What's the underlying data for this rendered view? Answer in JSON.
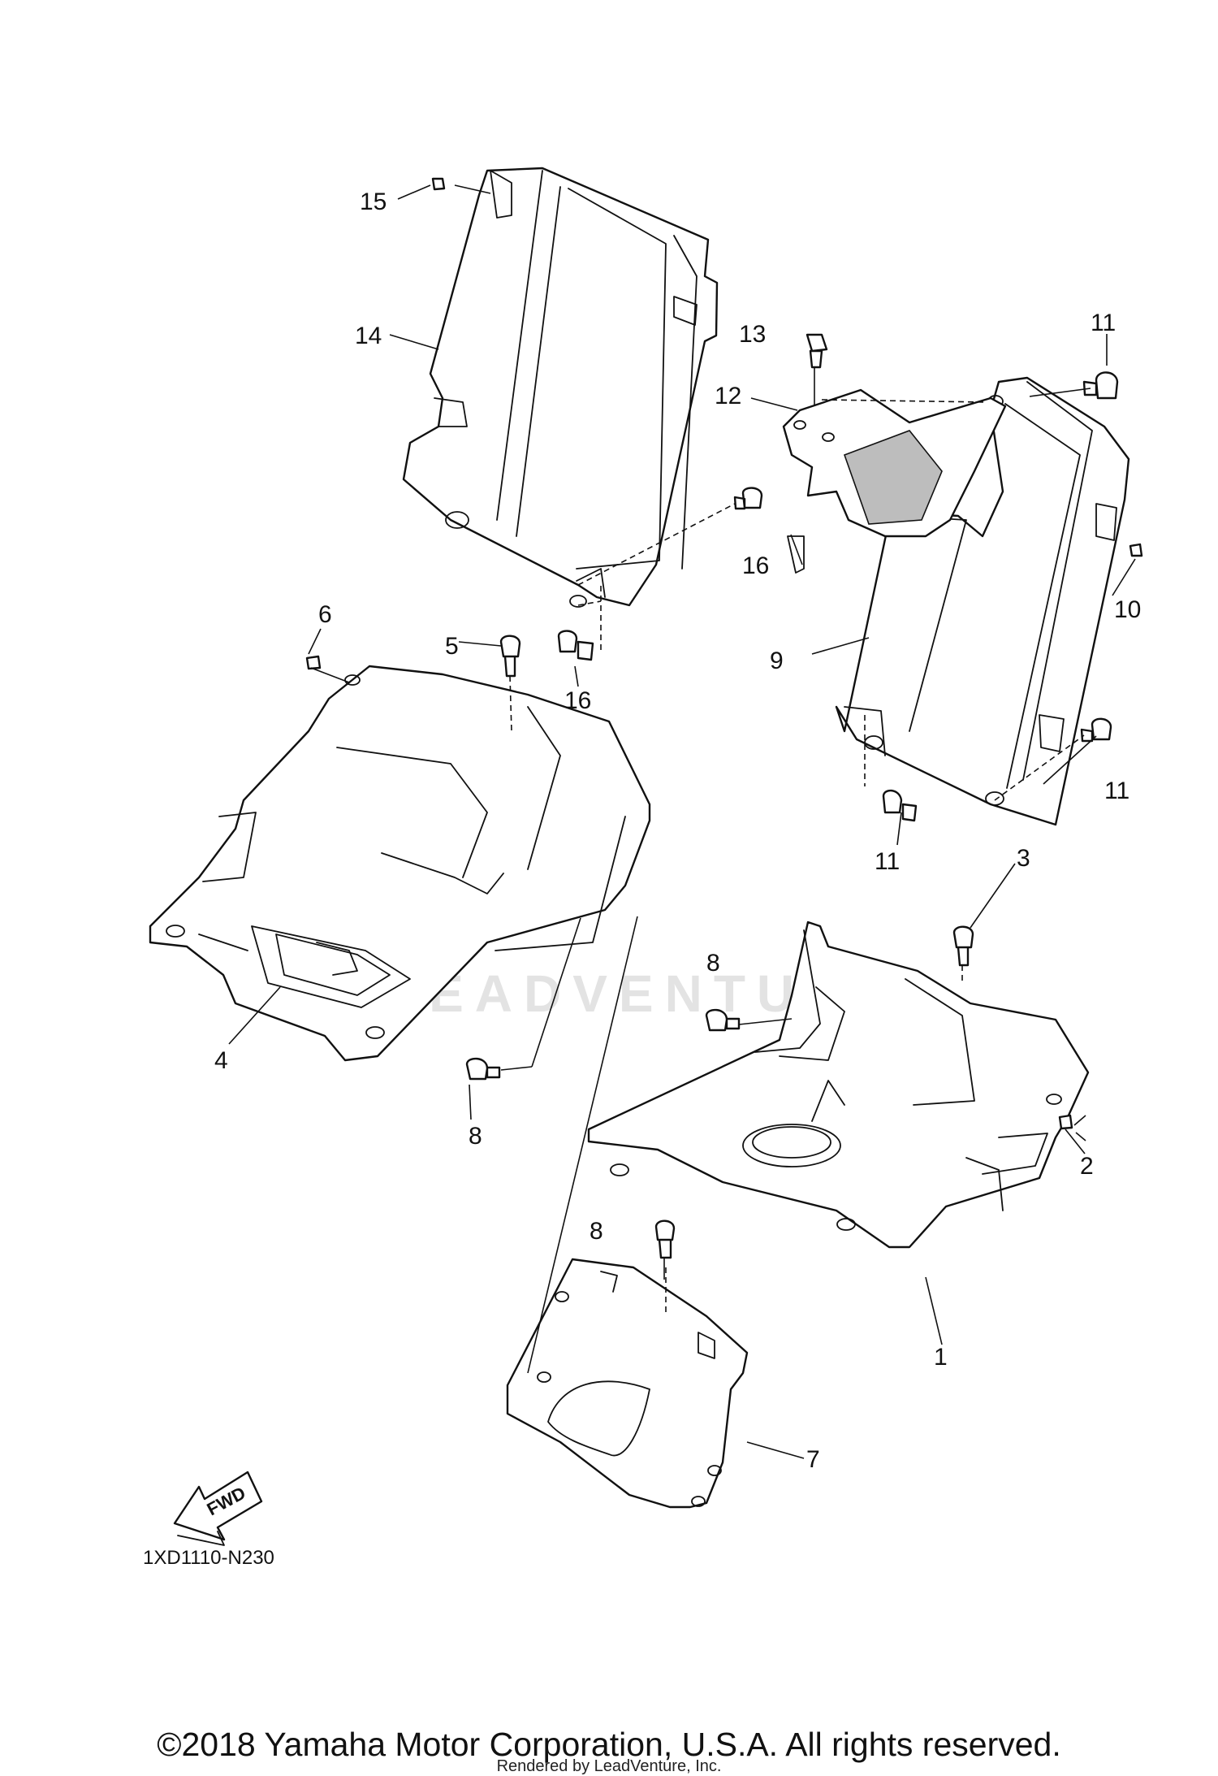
{
  "diagram": {
    "callouts": {
      "c1": "1",
      "c2": "2",
      "c3": "3",
      "c4": "4",
      "c5": "5",
      "c6": "6",
      "c7": "7",
      "c8a": "8",
      "c8b": "8",
      "c8c": "8",
      "c9": "9",
      "c10": "10",
      "c11a": "11",
      "c11b": "11",
      "c11c": "11",
      "c12": "12",
      "c13": "13",
      "c14": "14",
      "c15": "15",
      "c16a": "16",
      "c16b": "16"
    },
    "fwd_label": "FWD",
    "diagram_code": "1XD1110-N230",
    "watermark": "LEADVENTURE"
  },
  "footer": {
    "copyright": "©2018 Yamaha Motor Corporation, U.S.A. All rights reserved.",
    "rendered_by": "Rendered by LeadVenture, Inc."
  }
}
